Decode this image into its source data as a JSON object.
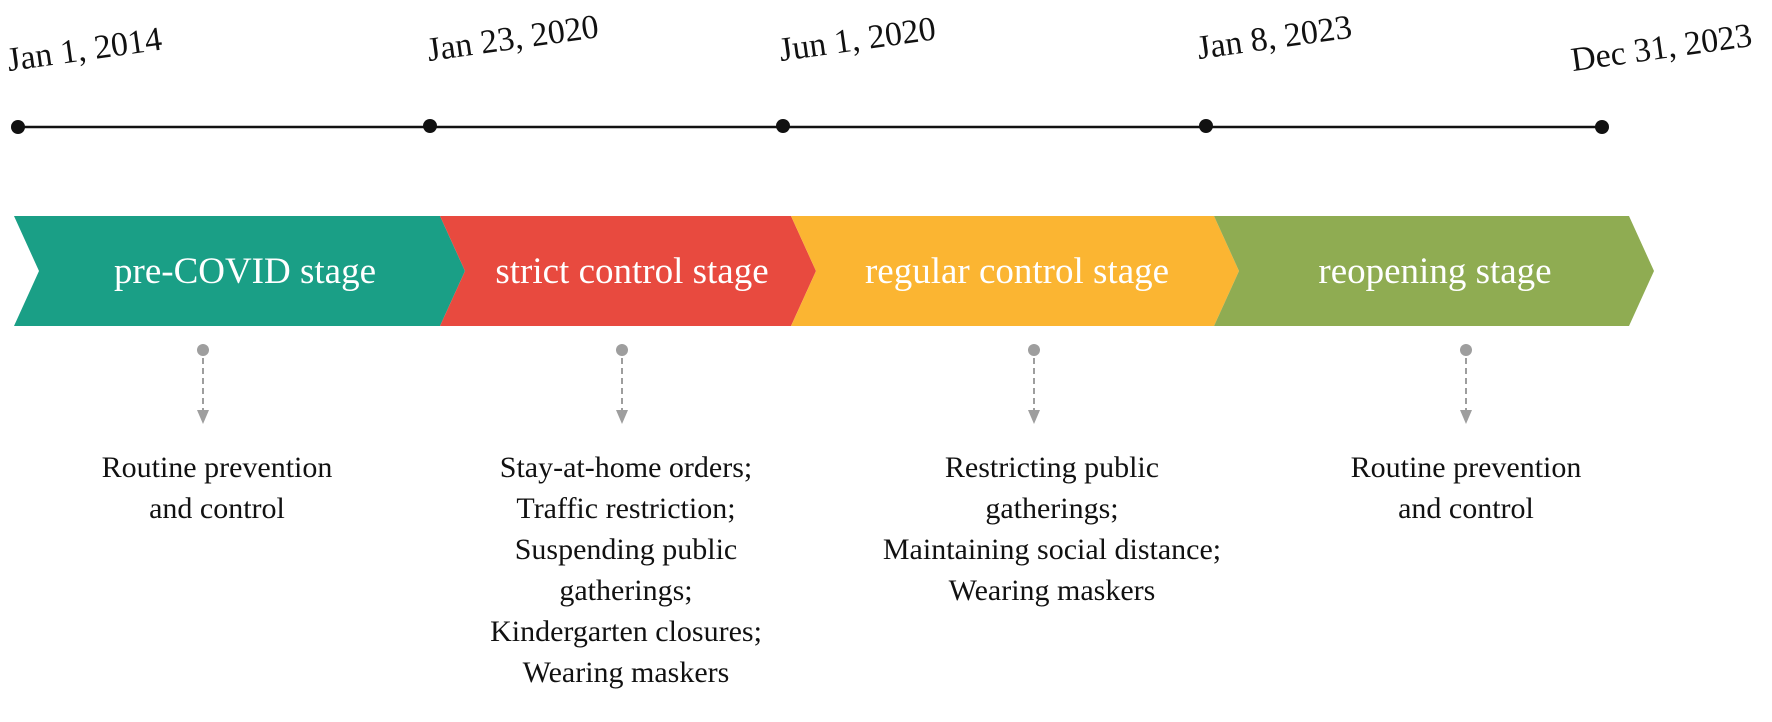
{
  "timeline": {
    "dates": [
      "Jan 1, 2014",
      "Jan 23, 2020",
      "Jun 1, 2020",
      "Jan 8, 2023",
      "Dec 31, 2023"
    ]
  },
  "stages": [
    {
      "label": "pre-COVID stage",
      "color": "#1a9f86"
    },
    {
      "label": "strict control stage",
      "color": "#e84a3f"
    },
    {
      "label": "regular control stage",
      "color": "#fbb532"
    },
    {
      "label": "reopening stage",
      "color": "#8fac52"
    }
  ],
  "measures": [
    {
      "lines": [
        "Routine prevention",
        "and control"
      ]
    },
    {
      "lines": [
        "Stay-at-home orders;",
        "Traffic restriction;",
        "Suspending public",
        "gatherings;",
        "Kindergarten closures;",
        "Wearing maskers"
      ]
    },
    {
      "lines": [
        "Restricting public",
        "gatherings;",
        "Maintaining social distance;",
        "Wearing maskers"
      ]
    },
    {
      "lines": [
        "Routine prevention",
        "and control"
      ]
    }
  ],
  "colors": {
    "line": "#111111",
    "connector": "#9e9e9e"
  }
}
